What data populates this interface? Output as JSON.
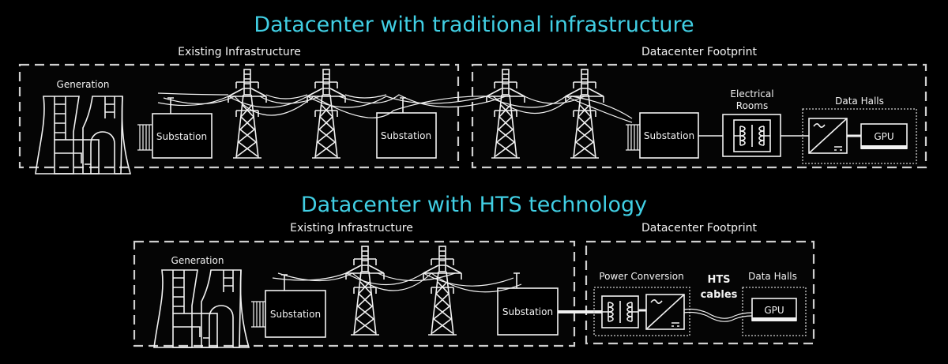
{
  "top": {
    "title": "Datacenter with traditional infrastructure",
    "existing": {
      "label": "Existing Infrastructure",
      "generation": "Generation",
      "substation_1": "Substation",
      "substation_2": "Substation"
    },
    "footprint": {
      "label": "Datacenter Footprint",
      "substation": "Substation",
      "electrical_rooms_line1": "Electrical",
      "electrical_rooms_line2": "Rooms",
      "data_halls": "Data Halls",
      "gpu": "GPU"
    }
  },
  "bottom": {
    "title": "Datacenter with HTS technology",
    "existing": {
      "label": "Existing Infrastructure",
      "generation": "Generation",
      "substation_1": "Substation",
      "substation_2": "Substation"
    },
    "footprint": {
      "label": "Datacenter Footprint",
      "power_conversion": "Power Conversion",
      "hts_line1": "HTS",
      "hts_line2": "cables",
      "data_halls": "Data Halls",
      "gpu": "GPU"
    }
  },
  "colors": {
    "title": "#41cfe4",
    "background": "#000000",
    "line": "#f2f2f2"
  }
}
